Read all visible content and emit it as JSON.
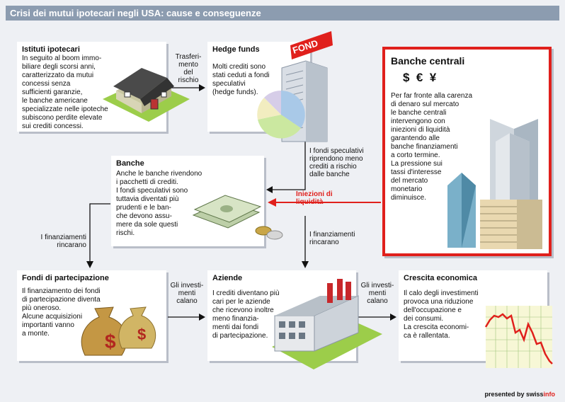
{
  "title": "Crisi dei mutui ipotecari negli USA: cause e conseguenze",
  "boxes": {
    "istituti": {
      "title": "Istituti ipotecari",
      "body": "In seguito al boom immo-\nbiliare degli scorsi anni,\ncaratterizzato da mutui\nconcessi senza\nsufficienti garanzie,\nle banche americane\nspecializzate nelle ipoteche\nsubiscono perdite elevate\nsui crediti concessi."
    },
    "hedge": {
      "title": "Hedge funds",
      "body": "Molti crediti sono\nstati ceduti a fondi\nspeculativi\n(hedge funds)."
    },
    "centrali": {
      "title": "Banche centrali",
      "currency": "$  €  ¥",
      "body": "Per far fronte alla carenza\ndi denaro sul mercato\nle banche centrali\nintervengono con\niniezioni di liquidità\ngarantendo alle\nbanche finanziamenti\na corto termine.\nLa pressione sui\ntassi d'interesse\ndel mercato\nmonetario\ndiminuisce."
    },
    "banche": {
      "title": "Banche",
      "body": "Anche le banche rivendono\ni pacchetti di crediti.\nI fondi speculativi sono\ntuttavia diventati più\nprudenti e le ban-\nche devono assu-\nmere da sole questi\nrischi."
    },
    "fondi": {
      "title": "Fondi di partecipazione",
      "body": "Il finanziamento dei fondi\ndi partecipazione diventa\npiù oneroso.\nAlcune acquisizioni\nimportanti vanno\na monte."
    },
    "aziende": {
      "title": "Aziende",
      "body": "I crediti diventano più\ncari per le aziende\nche ricevono inoltre\nmeno finanzia-\nmenti dai fondi\ndi partecipazione."
    },
    "crescita": {
      "title": "Crescita economica",
      "body": "Il calo degli investimenti\nprovoca una riduzione\ndell'occupazione e\ndei consumi.\nLa crescita economi-\nca è rallentata."
    }
  },
  "labels": {
    "trasferimento": "Trasferi-\nmento\ndel\nrischio",
    "fondi_spec": "I fondi speculativi\nriprendono meno\ncrediti a rischio\ndalle banche",
    "iniezioni": "Iniezioni di\nliquidità",
    "fin_rincarano_1": "I finanziamenti\nrincarano",
    "fin_rincarano_2": "I finanziamenti\nrincarano",
    "inv_calano_1": "Gli investi-\nmenti\ncalano",
    "inv_calano_2": "Gli investi-\nmenti\ncalano"
  },
  "sign": "FOND",
  "footer": {
    "prefix": "presented by swiss",
    "accent": "info"
  },
  "colors": {
    "titlebar": "#8c9cb0",
    "accent_red": "#e0201c",
    "lawn": "#9ccd4a",
    "sky_blue": "#a9c9e8"
  }
}
